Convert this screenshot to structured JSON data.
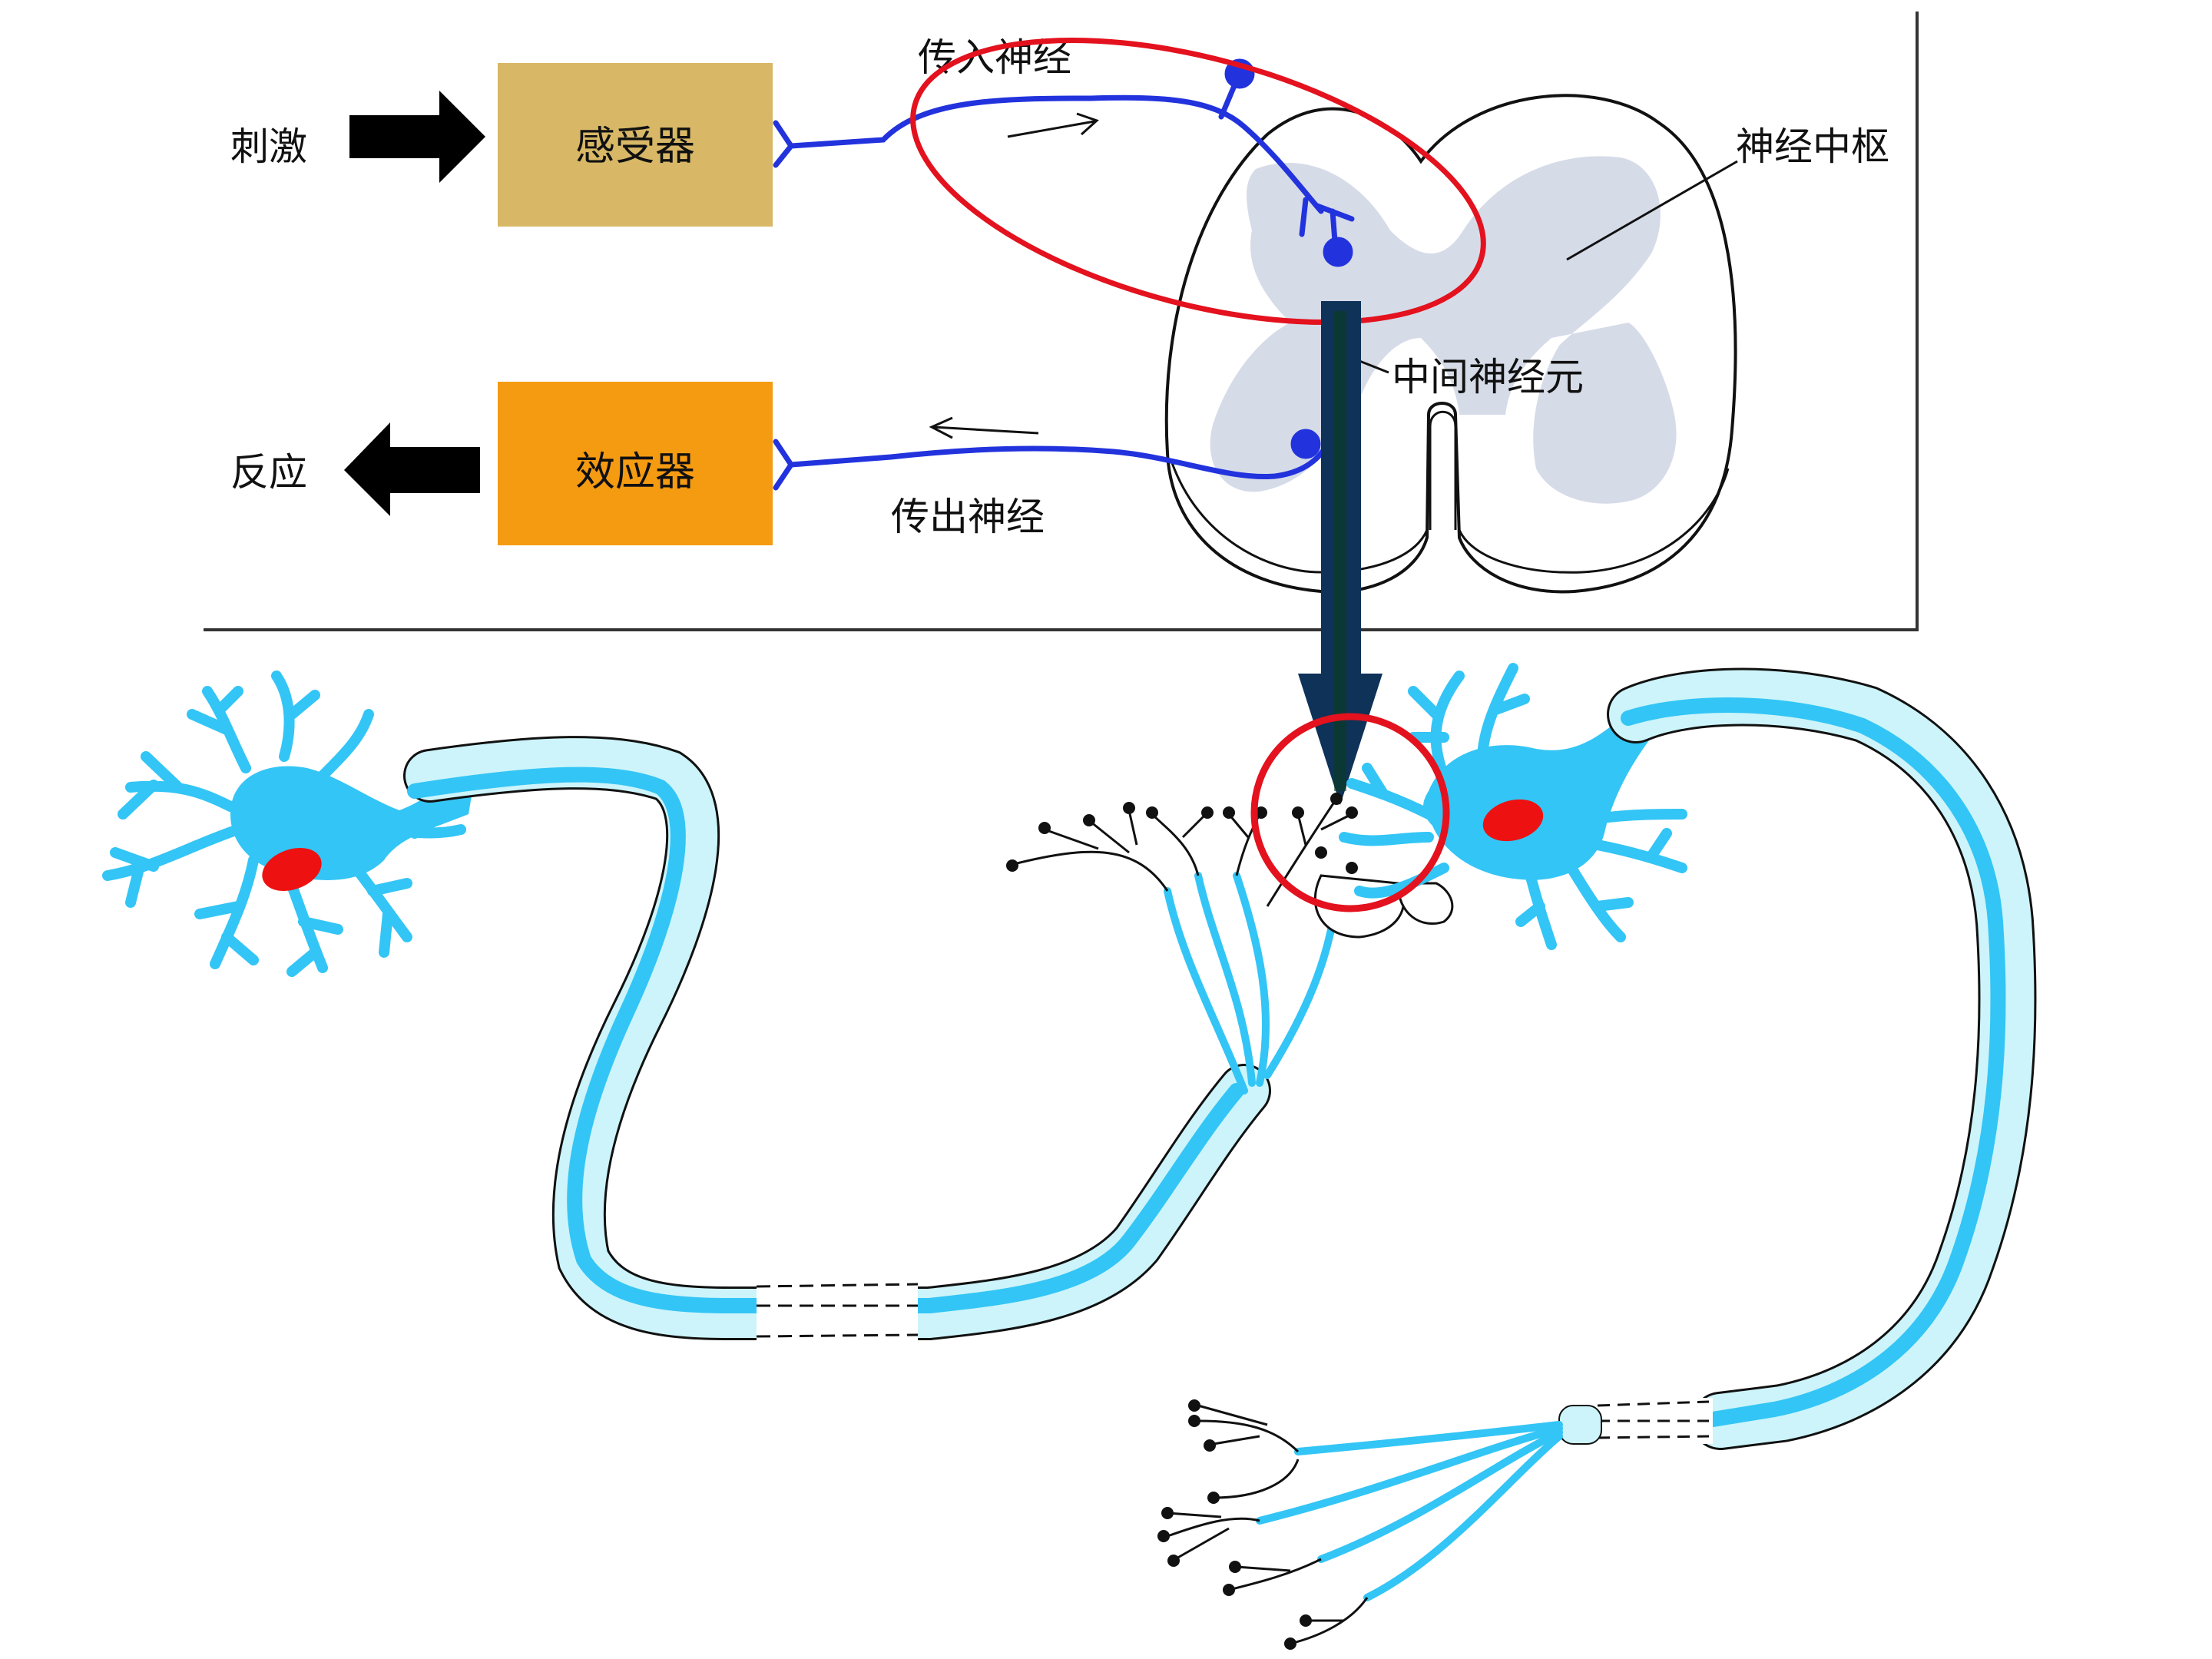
{
  "labels": {
    "stimulus": "刺激",
    "response": "反应",
    "receptor": "感受器",
    "effector": "效应器",
    "afferent_nerve": "传入神经",
    "efferent_nerve": "传出神经",
    "nerve_center": "神经中枢",
    "interneuron": "中间神经元"
  },
  "colors": {
    "receptor_box": "#d8b866",
    "effector_box": "#f59b12",
    "nerve_line": "#2233dd",
    "gray_matter": "#d6dbe8",
    "highlight_circle": "#e3121e",
    "down_arrow": "#0e3258",
    "neuron_body": "#33c5f5",
    "myelin_sheath": "#ccf4fa",
    "nucleus": "#ee1111"
  },
  "icons": {
    "stimulus_arrow": "right-arrow-icon",
    "response_arrow": "left-arrow-icon"
  }
}
